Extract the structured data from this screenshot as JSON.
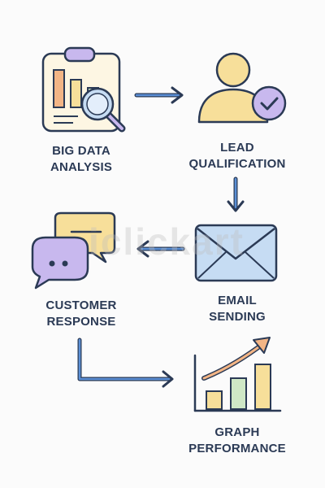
{
  "steps": [
    {
      "id": "big-data-analysis",
      "line1": "BIG DATA",
      "line2": "ANALYSIS",
      "icon": "clipboard-magnifier-icon"
    },
    {
      "id": "lead-qualification",
      "line1": "LEAD",
      "line2": "QUALIFICATION",
      "icon": "user-check-icon"
    },
    {
      "id": "email-sending",
      "line1": "EMAIL",
      "line2": "SENDING",
      "icon": "envelope-icon"
    },
    {
      "id": "customer-response",
      "line1": "CUSTOMER",
      "line2": "RESPONSE",
      "icon": "chat-bubbles-icon"
    },
    {
      "id": "graph-performance",
      "line1": "GRAPH",
      "line2": "PERFORMANCE",
      "icon": "bar-chart-growth-icon"
    }
  ],
  "watermark": "iclickart",
  "colors": {
    "outline": "#2b3a55",
    "arrow": "#5b8fd6",
    "yellow": "#f7df9a",
    "purple": "#c8b8ee",
    "blue": "#c6dcf3",
    "green": "#cfe8c6",
    "orange": "#f3b585"
  }
}
